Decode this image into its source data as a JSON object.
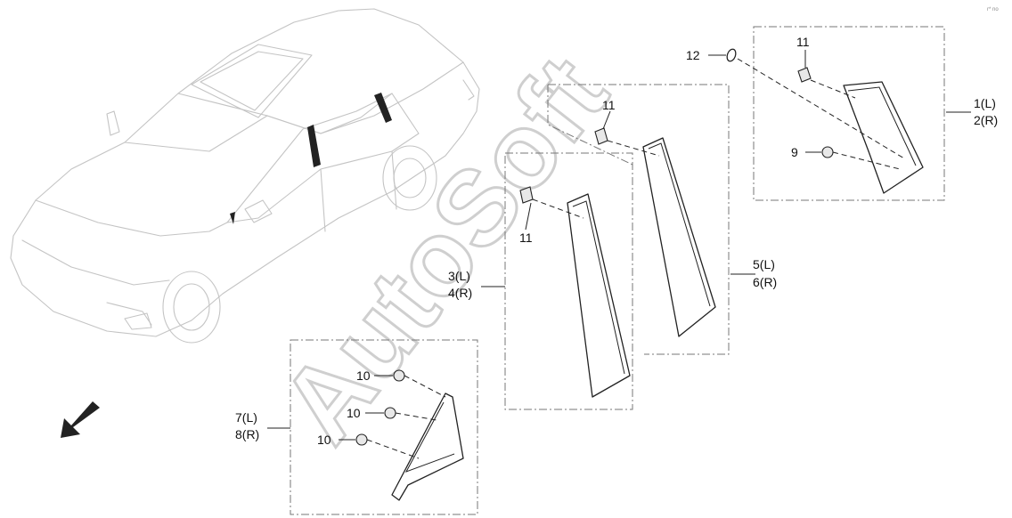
{
  "watermark": "AutoSoft",
  "corner_mark": "r*  no",
  "callouts": {
    "c1": "1(L)",
    "c2": "2(R)",
    "c3": "3(L)",
    "c4": "4(R)",
    "c5": "5(L)",
    "c6": "6(R)",
    "c7": "7(L)",
    "c8": "8(R)",
    "c9": "9",
    "c10a": "10",
    "c10b": "10",
    "c10c": "10",
    "c11a": "11",
    "c11b": "11",
    "c11c": "11",
    "c12": "12"
  },
  "colors": {
    "ink": "#222222",
    "car_outline": "#c4c4c4",
    "watermark": "#cfcfcf",
    "group_box": "#777777"
  }
}
